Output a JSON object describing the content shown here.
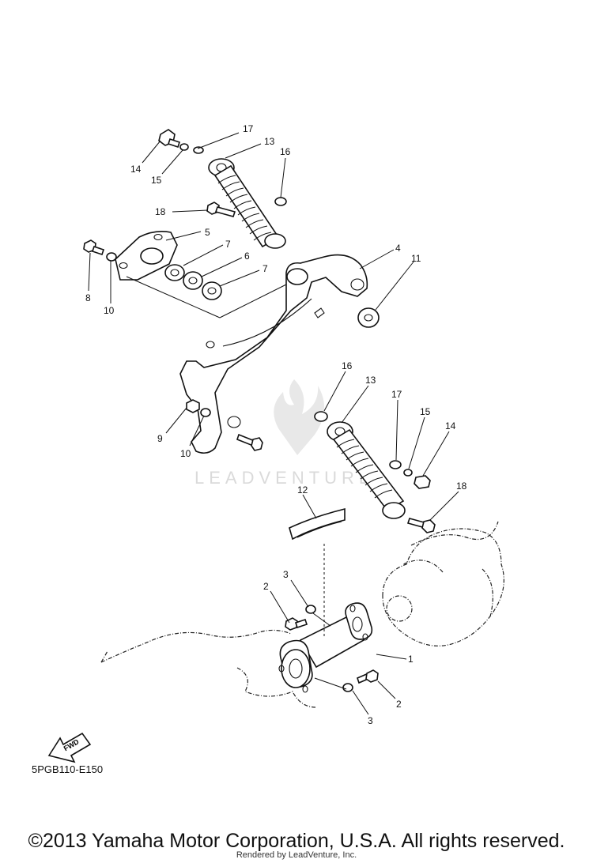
{
  "diagram": {
    "code": "5PGB110-E150",
    "fwd_label": "FWD",
    "watermark": "LEADVENTURE",
    "callouts": [
      {
        "id": "c17a",
        "label": "17"
      },
      {
        "id": "c13a",
        "label": "13"
      },
      {
        "id": "c16a",
        "label": "16"
      },
      {
        "id": "c14a",
        "label": "14"
      },
      {
        "id": "c15a",
        "label": "15"
      },
      {
        "id": "c18a",
        "label": "18"
      },
      {
        "id": "c5",
        "label": "5"
      },
      {
        "id": "c7a",
        "label": "7"
      },
      {
        "id": "c6",
        "label": "6"
      },
      {
        "id": "c7b",
        "label": "7"
      },
      {
        "id": "c4",
        "label": "4"
      },
      {
        "id": "c11",
        "label": "11"
      },
      {
        "id": "c8",
        "label": "8"
      },
      {
        "id": "c10a",
        "label": "10"
      },
      {
        "id": "c16b",
        "label": "16"
      },
      {
        "id": "c13b",
        "label": "13"
      },
      {
        "id": "c17b",
        "label": "17"
      },
      {
        "id": "c15b",
        "label": "15"
      },
      {
        "id": "c14b",
        "label": "14"
      },
      {
        "id": "c9",
        "label": "9"
      },
      {
        "id": "c10b",
        "label": "10"
      },
      {
        "id": "c12",
        "label": "12"
      },
      {
        "id": "c18b",
        "label": "18"
      },
      {
        "id": "c3a",
        "label": "3"
      },
      {
        "id": "c2a",
        "label": "2"
      },
      {
        "id": "c1",
        "label": "1"
      },
      {
        "id": "c2b",
        "label": "2"
      },
      {
        "id": "c3b",
        "label": "3"
      }
    ]
  },
  "footer": {
    "copyright": "©2013 Yamaha Motor Corporation, U.S.A. All rights reserved.",
    "rendered_by": "Rendered by LeadVenture, Inc."
  }
}
